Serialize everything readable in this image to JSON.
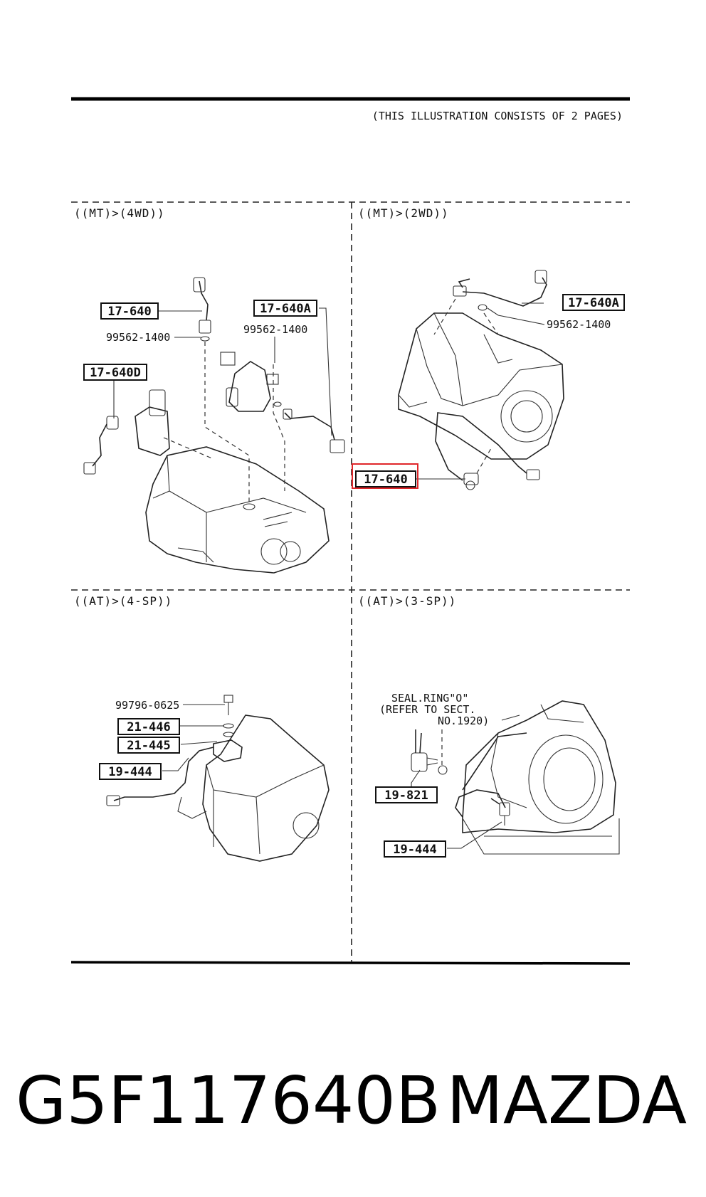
{
  "header": {
    "note": "(THIS ILLUSTRATION CONSISTS OF  2 PAGES)"
  },
  "sections": [
    {
      "id": "mt-4wd",
      "title": "((MT)>(4WD))"
    },
    {
      "id": "mt-2wd",
      "title": "((MT)>(2WD))"
    },
    {
      "id": "at-4sp",
      "title": "((AT)>(4-SP))"
    },
    {
      "id": "at-3sp",
      "title": "((AT)>(3-SP))"
    }
  ],
  "labels": {
    "mt4wd_part_a": "17-640",
    "mt4wd_part_b": "17-640A",
    "mt4wd_part_d": "17-640D",
    "mt4wd_washer_a": "99562-1400",
    "mt4wd_washer_b": "99562-1400",
    "mt2wd_part_a": "17-640A",
    "mt2wd_washer": "99562-1400",
    "mt2wd_part": "17-640",
    "at4sp_bolt": "99796-0625",
    "at4sp_part_446": "21-446",
    "at4sp_part_445": "21-445",
    "at4sp_part_444": "19-444",
    "at3sp_seal_line1": "SEAL.RING\"O\"",
    "at3sp_seal_line2": "(REFER TO SECT.",
    "at3sp_seal_line3": "NO.1920)",
    "at3sp_part_821": "19-821",
    "at3sp_part_444": "19-444"
  },
  "highlight": {
    "target": "17-640",
    "color": "#e0262a"
  },
  "footer": {
    "part_number": "G5F117640B",
    "brand": "MAZDA"
  }
}
